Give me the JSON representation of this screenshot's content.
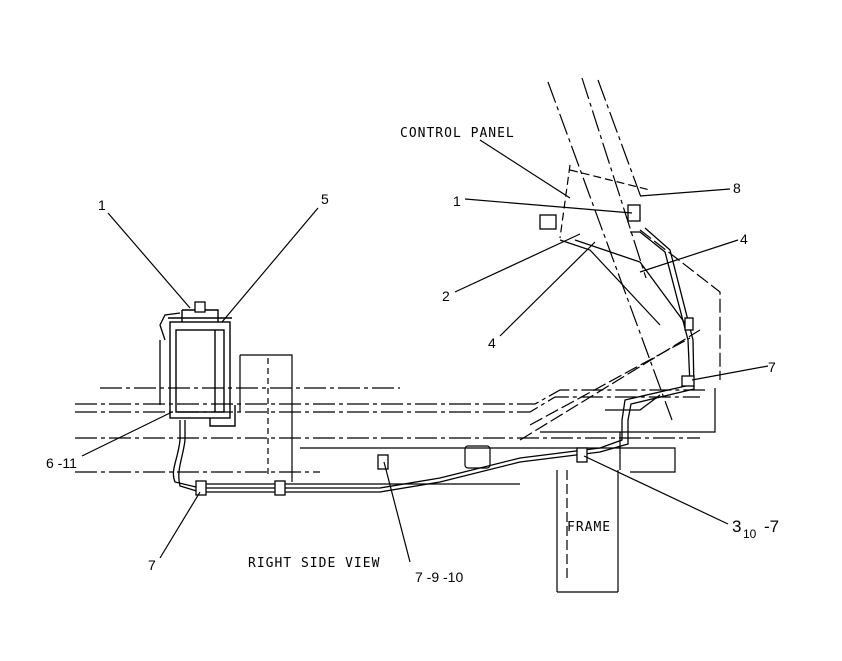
{
  "labels": {
    "control_panel": "CONTROL PANEL",
    "frame": "FRAME",
    "view_title": "RIGHT SIDE VIEW",
    "callout_1_left": "1",
    "callout_5": "5",
    "callout_6_11": "6 -11",
    "callout_7_left": "7",
    "callout_7_9_10": "7 -9 -10",
    "callout_1_top": "1",
    "callout_8": "8",
    "callout_4_right": "4",
    "callout_2": "2",
    "callout_4_mid": "4",
    "callout_7_right": "7",
    "callout_3": "3",
    "callout_3_sub": "10",
    "callout_3_tail": "-7"
  }
}
